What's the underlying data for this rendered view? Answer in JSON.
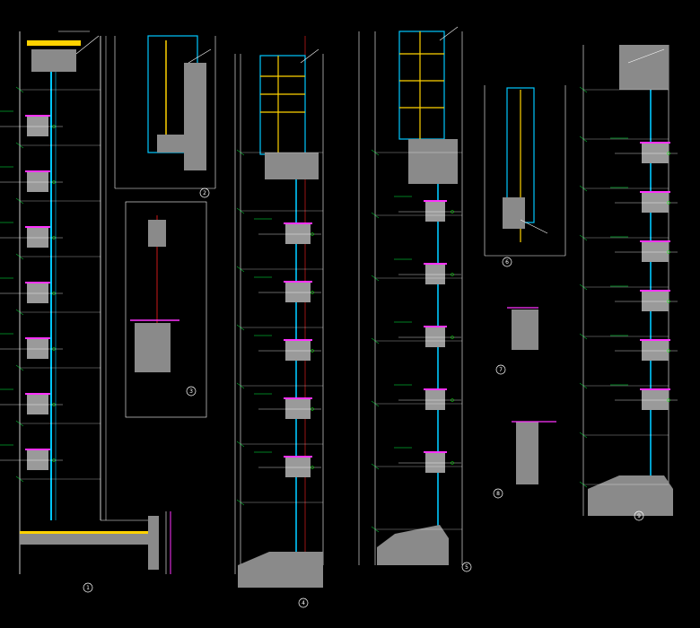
{
  "colors": {
    "background": "#000000",
    "linework": "#ffffff",
    "glass": "#00c8ff",
    "dimension": "#00ff44",
    "concrete": "#9a9a9a",
    "insulation": "#ff33ff",
    "frame": "#ffd200",
    "annotation": "#00ff00",
    "datum": "#ff2020"
  },
  "detail_marks": [
    {
      "id": "d1",
      "label": "1"
    },
    {
      "id": "d2",
      "label": "2"
    },
    {
      "id": "d3",
      "label": "3"
    },
    {
      "id": "d4",
      "label": "4"
    },
    {
      "id": "d5",
      "label": "5"
    },
    {
      "id": "d6",
      "label": "6"
    },
    {
      "id": "d7",
      "label": "7"
    },
    {
      "id": "d8",
      "label": "8"
    },
    {
      "id": "d9",
      "label": "9"
    }
  ]
}
